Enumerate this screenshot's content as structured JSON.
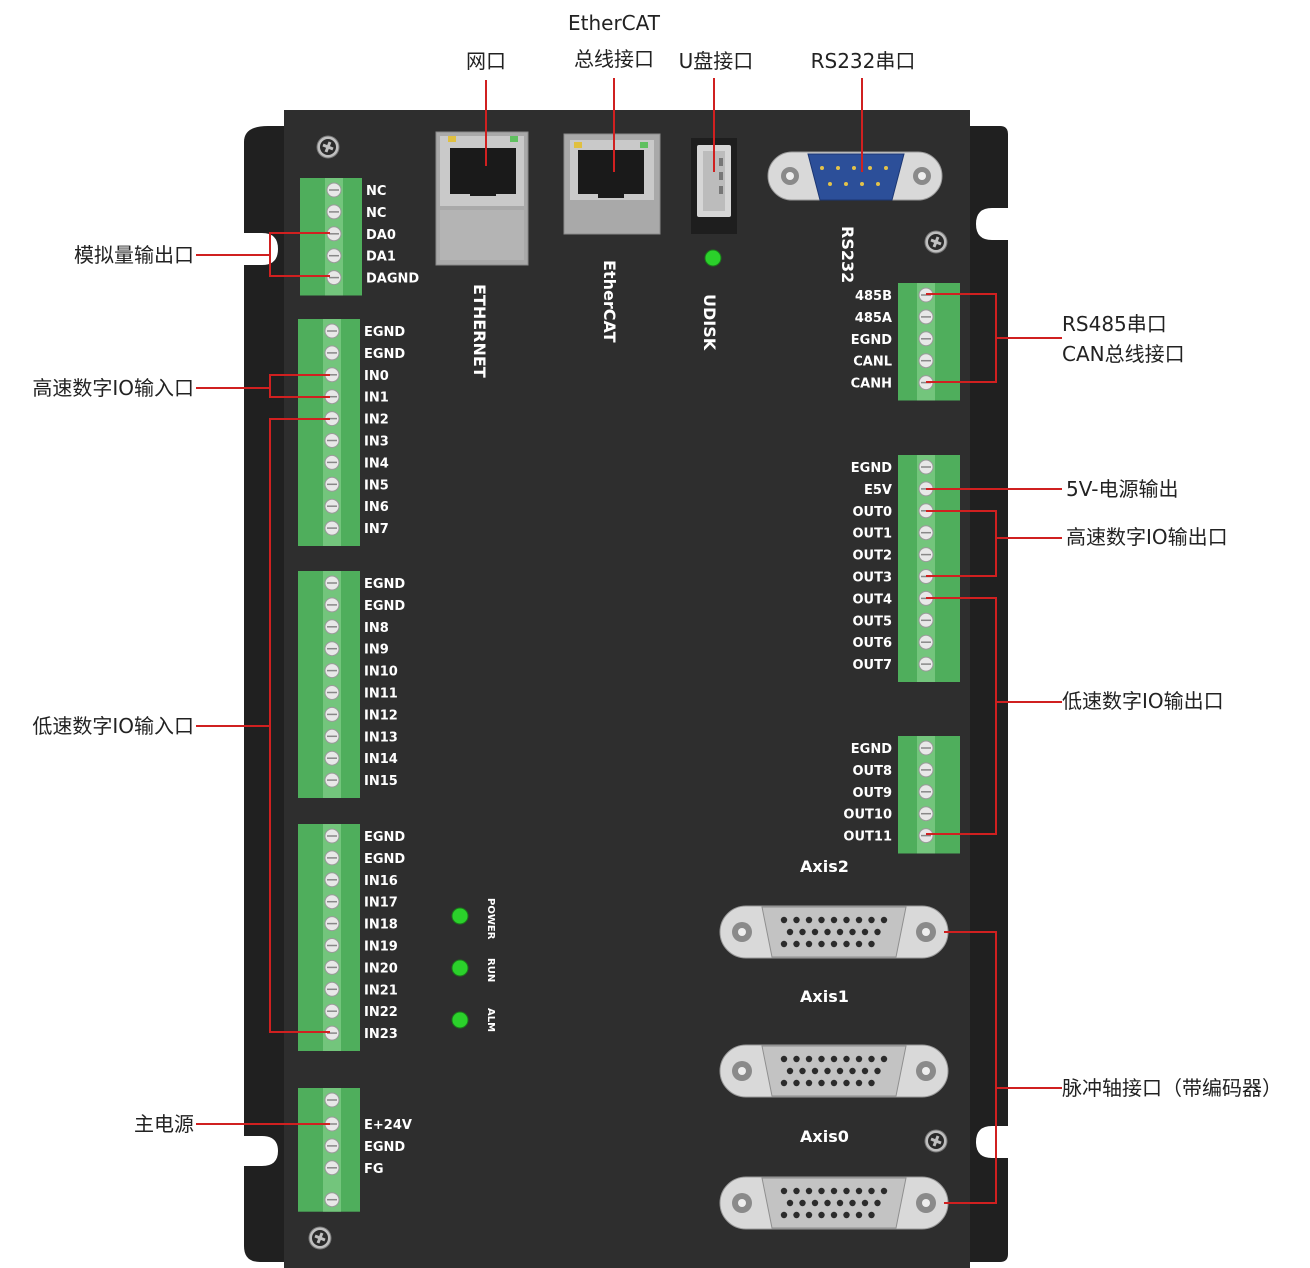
{
  "callouts": {
    "analog_out": "模拟量输出口",
    "hs_in": "高速数字IO输入口",
    "ls_in": "低速数字IO输入口",
    "main_power": "主电源",
    "net": "网口",
    "ethercat_l1": "EtherCAT",
    "ethercat_l2": "总线接口",
    "udisk": "U盘接口",
    "rs232": "RS232串口",
    "rs485_l1": "RS485串口",
    "rs485_l2": "CAN总线接口",
    "v5_out": "5V-电源输出",
    "hs_out": "高速数字IO输出口",
    "ls_out": "低速数字IO输出口",
    "pulse_axis": "脉冲轴接口（带编码器）"
  },
  "port_labels": {
    "ethernet": "ETHERNET",
    "ethercat": "EtherCAT",
    "udisk": "UDISK",
    "rs232": "RS232",
    "axis2": "Axis2",
    "axis1": "Axis1",
    "axis0": "Axis0"
  },
  "leds": [
    "POWER",
    "RUN",
    "ALM"
  ],
  "terminals": {
    "analog": [
      "NC",
      "NC",
      "DA0",
      "DA1",
      "DAGND"
    ],
    "in_a": [
      "EGND",
      "EGND",
      "IN0",
      "IN1",
      "IN2",
      "IN3",
      "IN4",
      "IN5",
      "IN6",
      "IN7"
    ],
    "in_b": [
      "EGND",
      "EGND",
      "IN8",
      "IN9",
      "IN10",
      "IN11",
      "IN12",
      "IN13",
      "IN14",
      "IN15"
    ],
    "in_c": [
      "EGND",
      "EGND",
      "IN16",
      "IN17",
      "IN18",
      "IN19",
      "IN20",
      "IN21",
      "IN22",
      "IN23"
    ],
    "power": [
      "E+24V",
      "EGND",
      "FG"
    ],
    "rs485": [
      "485B",
      "485A",
      "EGND",
      "CANL",
      "CANH"
    ],
    "out_a": [
      "EGND",
      "E5V",
      "OUT0",
      "OUT1",
      "OUT2",
      "OUT3",
      "OUT4",
      "OUT5",
      "OUT6",
      "OUT7"
    ],
    "out_b": [
      "EGND",
      "OUT8",
      "OUT9",
      "OUT10",
      "OUT11"
    ]
  },
  "colors": {
    "body": "#2e2e2e",
    "bracket": "#202020",
    "terminal_green": "#4fae5c",
    "terminal_light": "#73c57c",
    "callout_line": "#d02020",
    "led_green": "#2bd12b"
  }
}
